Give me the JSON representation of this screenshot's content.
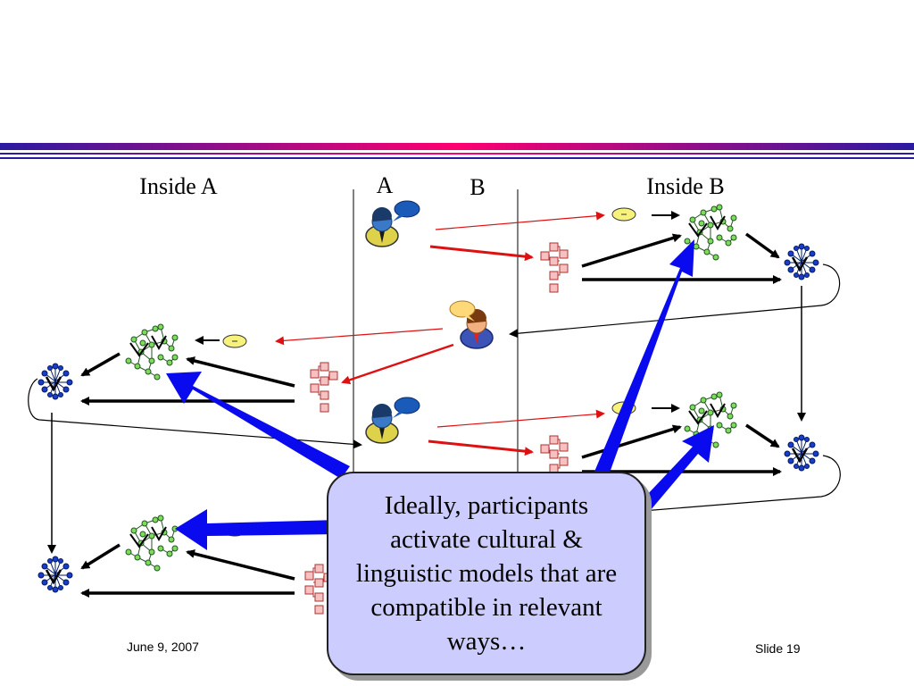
{
  "headers": {
    "inside_a": "Inside A",
    "a": "A",
    "b": "B",
    "inside_b": "Inside B"
  },
  "callout": {
    "text": "Ideally, participants activate cultural & linguistic models that are compatible in relevant ways…"
  },
  "footer": {
    "date": "June 9, 2007",
    "slide": "Slide 19"
  },
  "colors": {
    "rule_left": "#2b1aa0",
    "rule_right": "#ff0070",
    "big_arrow": "#0a0aee",
    "red_arrow": "#dd1111",
    "callout_fill": "#ccccff"
  },
  "icons": [
    "person-speaking-icon",
    "hierarchy-icon",
    "concept-network-icon",
    "cluster-icon",
    "token-icon"
  ]
}
